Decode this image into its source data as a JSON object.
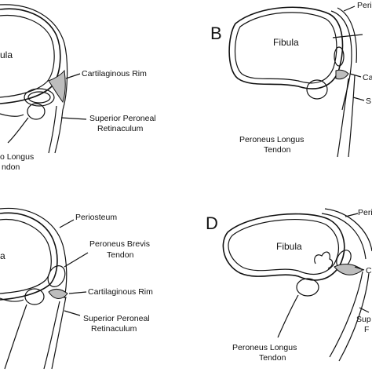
{
  "panels": {
    "a": {
      "fibula": "ula",
      "cartilaginous_rim": "Cartilaginous Rim",
      "spr_line1": "Superior Peroneal",
      "spr_line2": "Retinaculum",
      "pl_line1": "o Longus",
      "pl_line2": "ndon"
    },
    "b": {
      "letter": "B",
      "periosteum": "Perio",
      "fibula": "Fibula",
      "cartilaginous": "Ca",
      "superior": "S",
      "pl_line1": "Peroneus Longus",
      "pl_line2": "Tendon"
    },
    "c": {
      "fibula": "a",
      "periosteum": "Periosteum",
      "pb_line1": "Peroneus Brevis",
      "pb_line2": "Tendon",
      "cartilaginous_rim": "Cartilaginous Rim",
      "spr_line1": "Superior Peroneal",
      "spr_line2": "Retinaculum"
    },
    "d": {
      "letter": "D",
      "periosteum": "Peri",
      "fibula": "Fibula",
      "cartilaginous": "C",
      "superior_line1": "Sup",
      "superior_line2": "F",
      "pl_line1": "Peroneus Longus",
      "pl_line2": "Tendon"
    }
  }
}
